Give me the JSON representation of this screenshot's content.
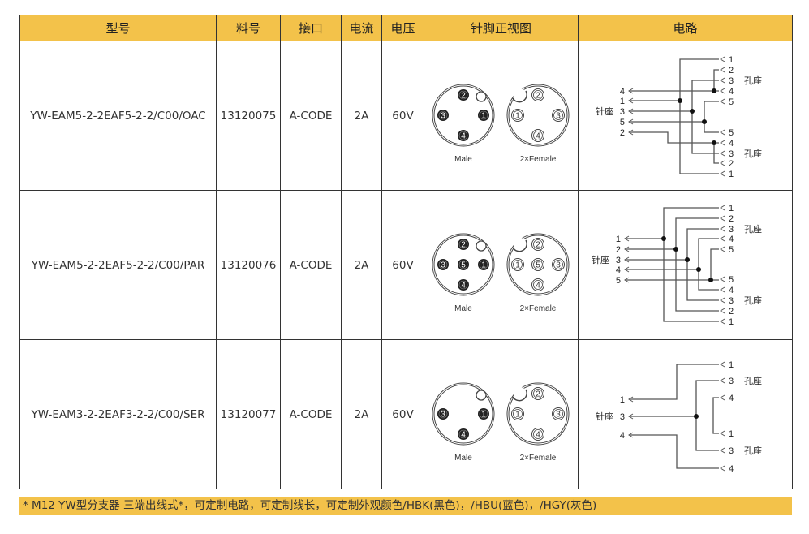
{
  "headers": [
    "型号",
    "料号",
    "接口",
    "电流",
    "电压",
    "针脚正视图",
    "电路"
  ],
  "pin_labels": {
    "male": "Male",
    "female": "2×Female",
    "male_side": "针座",
    "female_side": "孔座"
  },
  "rows": [
    {
      "model": "YW-EAM5-2-2EAF5-2-2/C00/OAC",
      "part": "13120075",
      "interface": "A-CODE",
      "current": "2A",
      "voltage": "60V",
      "male_pins": {
        "top": "2",
        "left": "3",
        "right": "1",
        "bottom": "4"
      },
      "female_pins": {
        "top": "2",
        "left": "1",
        "right": "3",
        "bottom": "4"
      },
      "circuit": {
        "left": [
          "4",
          "1",
          "3",
          "5",
          "2"
        ],
        "right": [
          "1",
          "2",
          "3",
          "4",
          "5",
          "5",
          "4",
          "3",
          "2",
          "1"
        ]
      }
    },
    {
      "model": "YW-EAM5-2-2EAF5-2-2/C00/PAR",
      "part": "13120076",
      "interface": "A-CODE",
      "current": "2A",
      "voltage": "60V",
      "male_pins": {
        "top": "2",
        "left": "3",
        "center": "5",
        "right": "1",
        "bottom": "4"
      },
      "female_pins": {
        "top": "2",
        "left": "1",
        "center": "5",
        "right": "3",
        "bottom": "4"
      },
      "circuit": {
        "left": [
          "1",
          "2",
          "3",
          "4",
          "5"
        ],
        "right": [
          "1",
          "2",
          "3",
          "4",
          "5",
          "5",
          "4",
          "3",
          "2",
          "1"
        ]
      }
    },
    {
      "model": "YW-EAM3-2-2EAF3-2-2/C00/SER",
      "part": "13120077",
      "interface": "A-CODE",
      "current": "2A",
      "voltage": "60V",
      "male_pins": {
        "left": "3",
        "right": "1",
        "bottom": "4"
      },
      "female_pins": {
        "top": "2",
        "left": "1",
        "right": "3",
        "bottom": "4"
      },
      "circuit": {
        "left": [
          "1",
          "3",
          "4"
        ],
        "right": [
          "1",
          "3",
          "4",
          "1",
          "3",
          "4"
        ]
      }
    }
  ],
  "footer": "* M12 YW型分支器 三端出线式*，可定制电路，可定制线长，可定制外观颜色/HBK(黑色)，/HBU(蓝色)，/HGY(灰色)"
}
